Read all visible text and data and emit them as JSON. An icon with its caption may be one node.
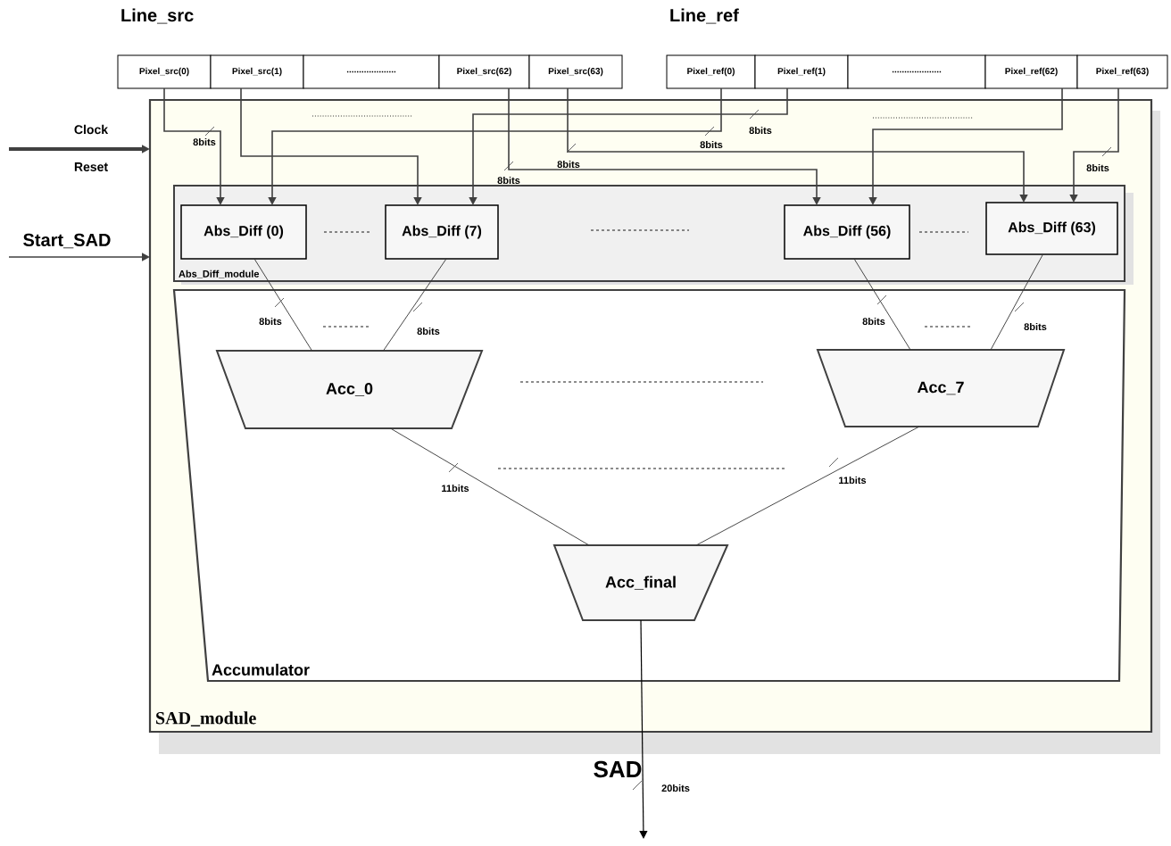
{
  "diagram": {
    "nodes": [
      {
        "text": [
          "Pixel_src(0)"
        ]
      },
      {
        "text": [
          "Pixel_src(1)"
        ]
      },
      {
        "text": [
          "...................."
        ]
      },
      {
        "text": [
          "Pixel_src(62)"
        ]
      },
      {
        "text": [
          "Pixel_src(63)"
        ]
      },
      {
        "text": [
          "Pixel_ref(0)"
        ]
      },
      {
        "text": [
          "Pixel_ref(1)"
        ]
      },
      {
        "text": [
          "...................."
        ]
      },
      {
        "text": [
          "Pixel_ref(62)"
        ]
      },
      {
        "text": [
          "Pixel_ref(63)"
        ]
      },
      {
        "text": [
          "SAD_module"
        ]
      },
      {
        "text": [
          "Abs_Diff_module"
        ],
        "in": 10
      },
      {
        "text": [
          "Abs_Diff (0)"
        ],
        "in": 11
      },
      {
        "text": [
          "Abs_Diff (7)"
        ],
        "in": 11
      },
      {
        "text": [
          "Abs_Diff (56)"
        ],
        "in": 11
      },
      {
        "text": [
          "Abs_Diff (63)"
        ],
        "in": 11
      },
      {
        "text": [
          "Accumulator"
        ],
        "in": 10
      },
      {
        "text": [
          "Acc_0"
        ],
        "in": 16
      },
      {
        "text": [
          "Acc_7"
        ],
        "in": 16
      },
      {
        "text": [
          "Acc_final"
        ],
        "in": 16
      }
    ],
    "edges": [
      {
        "from": null,
        "to": 10,
        "arrow": "to",
        "style": "thick"
      },
      {
        "from": null,
        "to": 10,
        "arrow": "to"
      },
      {
        "from": 0,
        "to": 12,
        "arrow": "to",
        "label": "8bits"
      },
      {
        "from": 5,
        "to": 12,
        "arrow": "to",
        "label": "8bits"
      },
      {
        "from": 1,
        "to": 13,
        "arrow": "to"
      },
      {
        "from": 6,
        "to": 13,
        "arrow": "to",
        "label": "8bits"
      },
      {
        "from": 3,
        "to": 14,
        "arrow": "to",
        "label": "8bits"
      },
      {
        "from": 8,
        "to": 14,
        "arrow": "to"
      },
      {
        "from": 4,
        "to": 15,
        "arrow": "to",
        "label": "8bits"
      },
      {
        "from": 9,
        "to": 15,
        "arrow": "to",
        "label": "8bits"
      },
      {
        "from": 12,
        "to": 17,
        "arrow": "none",
        "label": "8bits"
      },
      {
        "from": 13,
        "to": 17,
        "arrow": "none",
        "label": "8bits"
      },
      {
        "from": 14,
        "to": 18,
        "arrow": "none",
        "label": "8bits"
      },
      {
        "from": 15,
        "to": 18,
        "arrow": "none",
        "label": "8bits"
      },
      {
        "from": 17,
        "to": 19,
        "arrow": "none",
        "label": "11bits"
      },
      {
        "from": 18,
        "to": 19,
        "arrow": "none",
        "label": "11bits"
      },
      {
        "from": 19,
        "to": null,
        "arrow": "to",
        "label": "20bits"
      }
    ],
    "labels": [
      "Line_src",
      "Line_ref",
      "Clock",
      "Reset",
      "Start_SAD",
      "SAD"
    ]
  }
}
